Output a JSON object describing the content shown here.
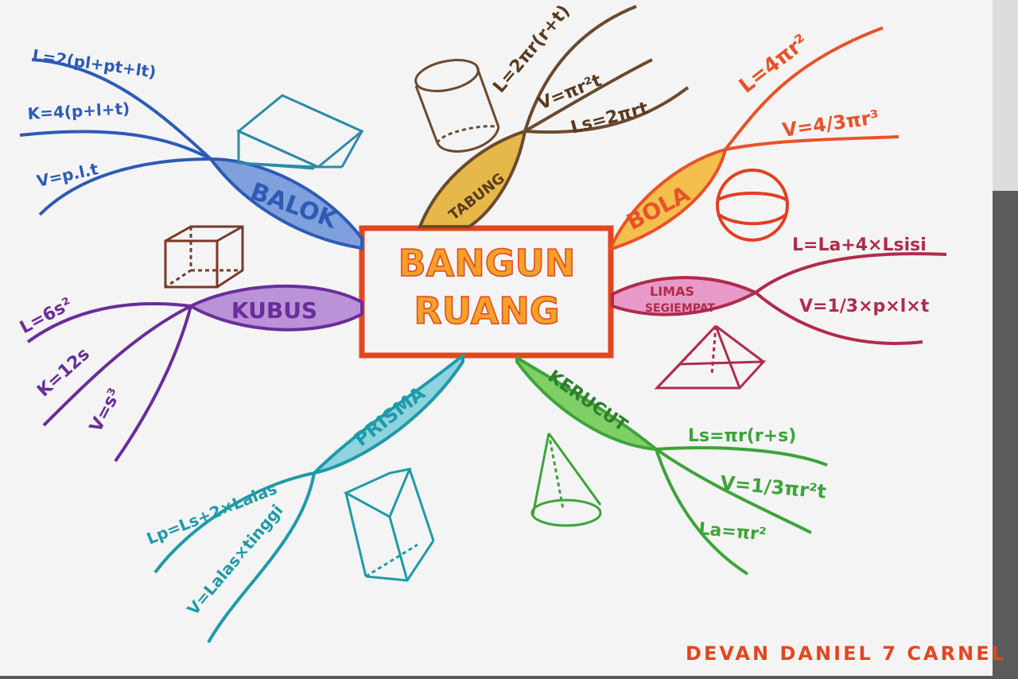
{
  "center": {
    "line1": "BANGUN",
    "line2": "RUANG",
    "color": "#e2461f",
    "fill": "#f6a71d"
  },
  "branches": {
    "balok": {
      "label": "BALOK",
      "color": "#2d5bb5",
      "fill": "#7fa0dc",
      "formulas": [
        "L=2(pl+pt+lt)",
        "K=4(p+l+t)",
        "V=p.l.t"
      ]
    },
    "kubus": {
      "label": "KUBUS",
      "color": "#6a2d9a",
      "fill": "#b992d8",
      "formulas": [
        "L=6s²",
        "K=12s",
        "V=s³"
      ]
    },
    "tabung": {
      "label": "TABUNG",
      "color": "#6b4a2e",
      "fill": "#e6b84a",
      "formulas": [
        "L=2πr(r+t)",
        "V=πr²t",
        "Ls=2πrt"
      ]
    },
    "bola": {
      "label": "BOLA",
      "color": "#e8522a",
      "fill": "#f4bf4c",
      "formulas": [
        "L=4πr²",
        "V=4/3πr³"
      ]
    },
    "limas": {
      "label1": "LIMAS",
      "label2": "SEGIEMPAT",
      "color": "#b02b4a",
      "fill": "#e79ac7",
      "formulas": [
        "L=La+4×Lsisi",
        "V=1/3×p×l×t"
      ]
    },
    "kerucut": {
      "label": "KERUCUT",
      "color": "#3da33a",
      "fill": "#7fcf66",
      "formulas": [
        "Ls=πr(r+s)",
        "V=1/3πr²t",
        "La=πr²"
      ]
    },
    "prisma": {
      "label": "PRISMA",
      "color": "#1f9aa8",
      "fill": "#8fd3df",
      "formulas": [
        "Lp=Ls+2×Lalas",
        "V=Lalas×tinggi"
      ]
    }
  },
  "signature": "DEVAN DANIEL 7 CARNEL"
}
